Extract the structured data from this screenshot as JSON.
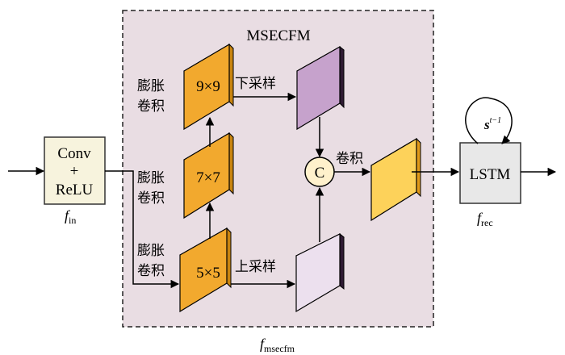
{
  "module": {
    "title": "MSECFM",
    "function_label": {
      "base": "f",
      "sub": "msecfm"
    }
  },
  "conv_relu": {
    "line1": "Conv",
    "line2": "+",
    "line3": "ReLU",
    "function_label": {
      "base": "f",
      "sub": "in"
    }
  },
  "kernels": {
    "top": "9×9",
    "middle": "7×7",
    "bottom": "5×5"
  },
  "dilated_conv_label": {
    "line1": "膨胀",
    "line2": "卷积"
  },
  "downsample_label": "下采样",
  "upsample_label": "上采样",
  "concat_symbol": "C",
  "conv_label": "卷积",
  "lstm": {
    "label": "LSTM",
    "state": {
      "base": "s",
      "sup": "t−1"
    },
    "function_label": {
      "base": "f",
      "sub": "rec"
    }
  },
  "colors": {
    "module_bg": "#e9dde3",
    "orange_front": "#f2a92e",
    "orange_side": "#c88410",
    "orange_top": "#f6c56a",
    "purple_front": "#c6a2cc",
    "purple_side": "#2f1a33",
    "light_purple_front": "#ece0ee",
    "yellow_front": "#fdd25a",
    "yellow_side": "#e19a1a",
    "conv_box_bg": "#f7f3dd",
    "lstm_box_bg": "#e8e8e8",
    "concat_bg": "#fff1cc"
  }
}
